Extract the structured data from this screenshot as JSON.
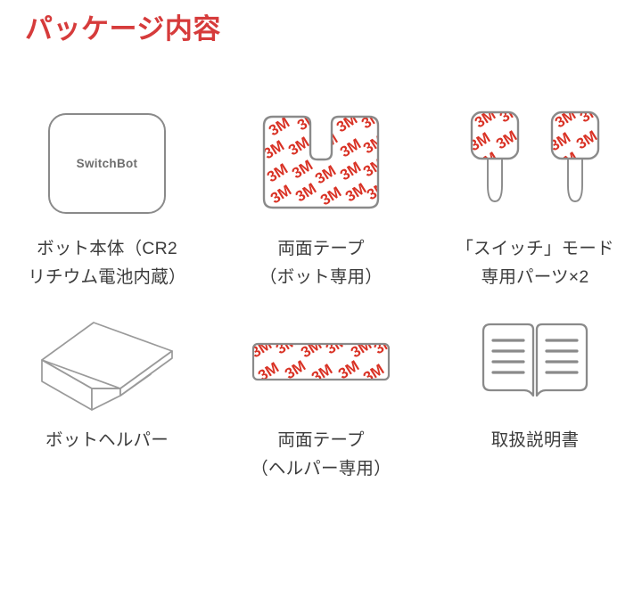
{
  "page": {
    "title": "パッケージ内容",
    "title_color": "#d63b3b",
    "background": "#ffffff",
    "outline_color": "#8a8a8a",
    "tape_logo_color": "#d93225",
    "caption_color": "#3c3c3c"
  },
  "items": [
    {
      "art": "bot-body",
      "logo_text": "SwitchBot",
      "caption": "ボット本体（CR2\nリチウム電池内蔵）"
    },
    {
      "art": "bot-tape",
      "logo_text": "3M",
      "caption": "両面テープ\n（ボット専用）"
    },
    {
      "art": "switch-mode-parts",
      "logo_text": "3M",
      "caption": "「スイッチ」モード\n専用パーツ×2"
    },
    {
      "art": "bot-helper",
      "logo_text": "",
      "caption": "ボットヘルパー"
    },
    {
      "art": "helper-tape",
      "logo_text": "3M",
      "caption": "両面テープ\n（ヘルパー専用）"
    },
    {
      "art": "manual-book",
      "logo_text": "",
      "caption": "取扱説明書"
    }
  ]
}
